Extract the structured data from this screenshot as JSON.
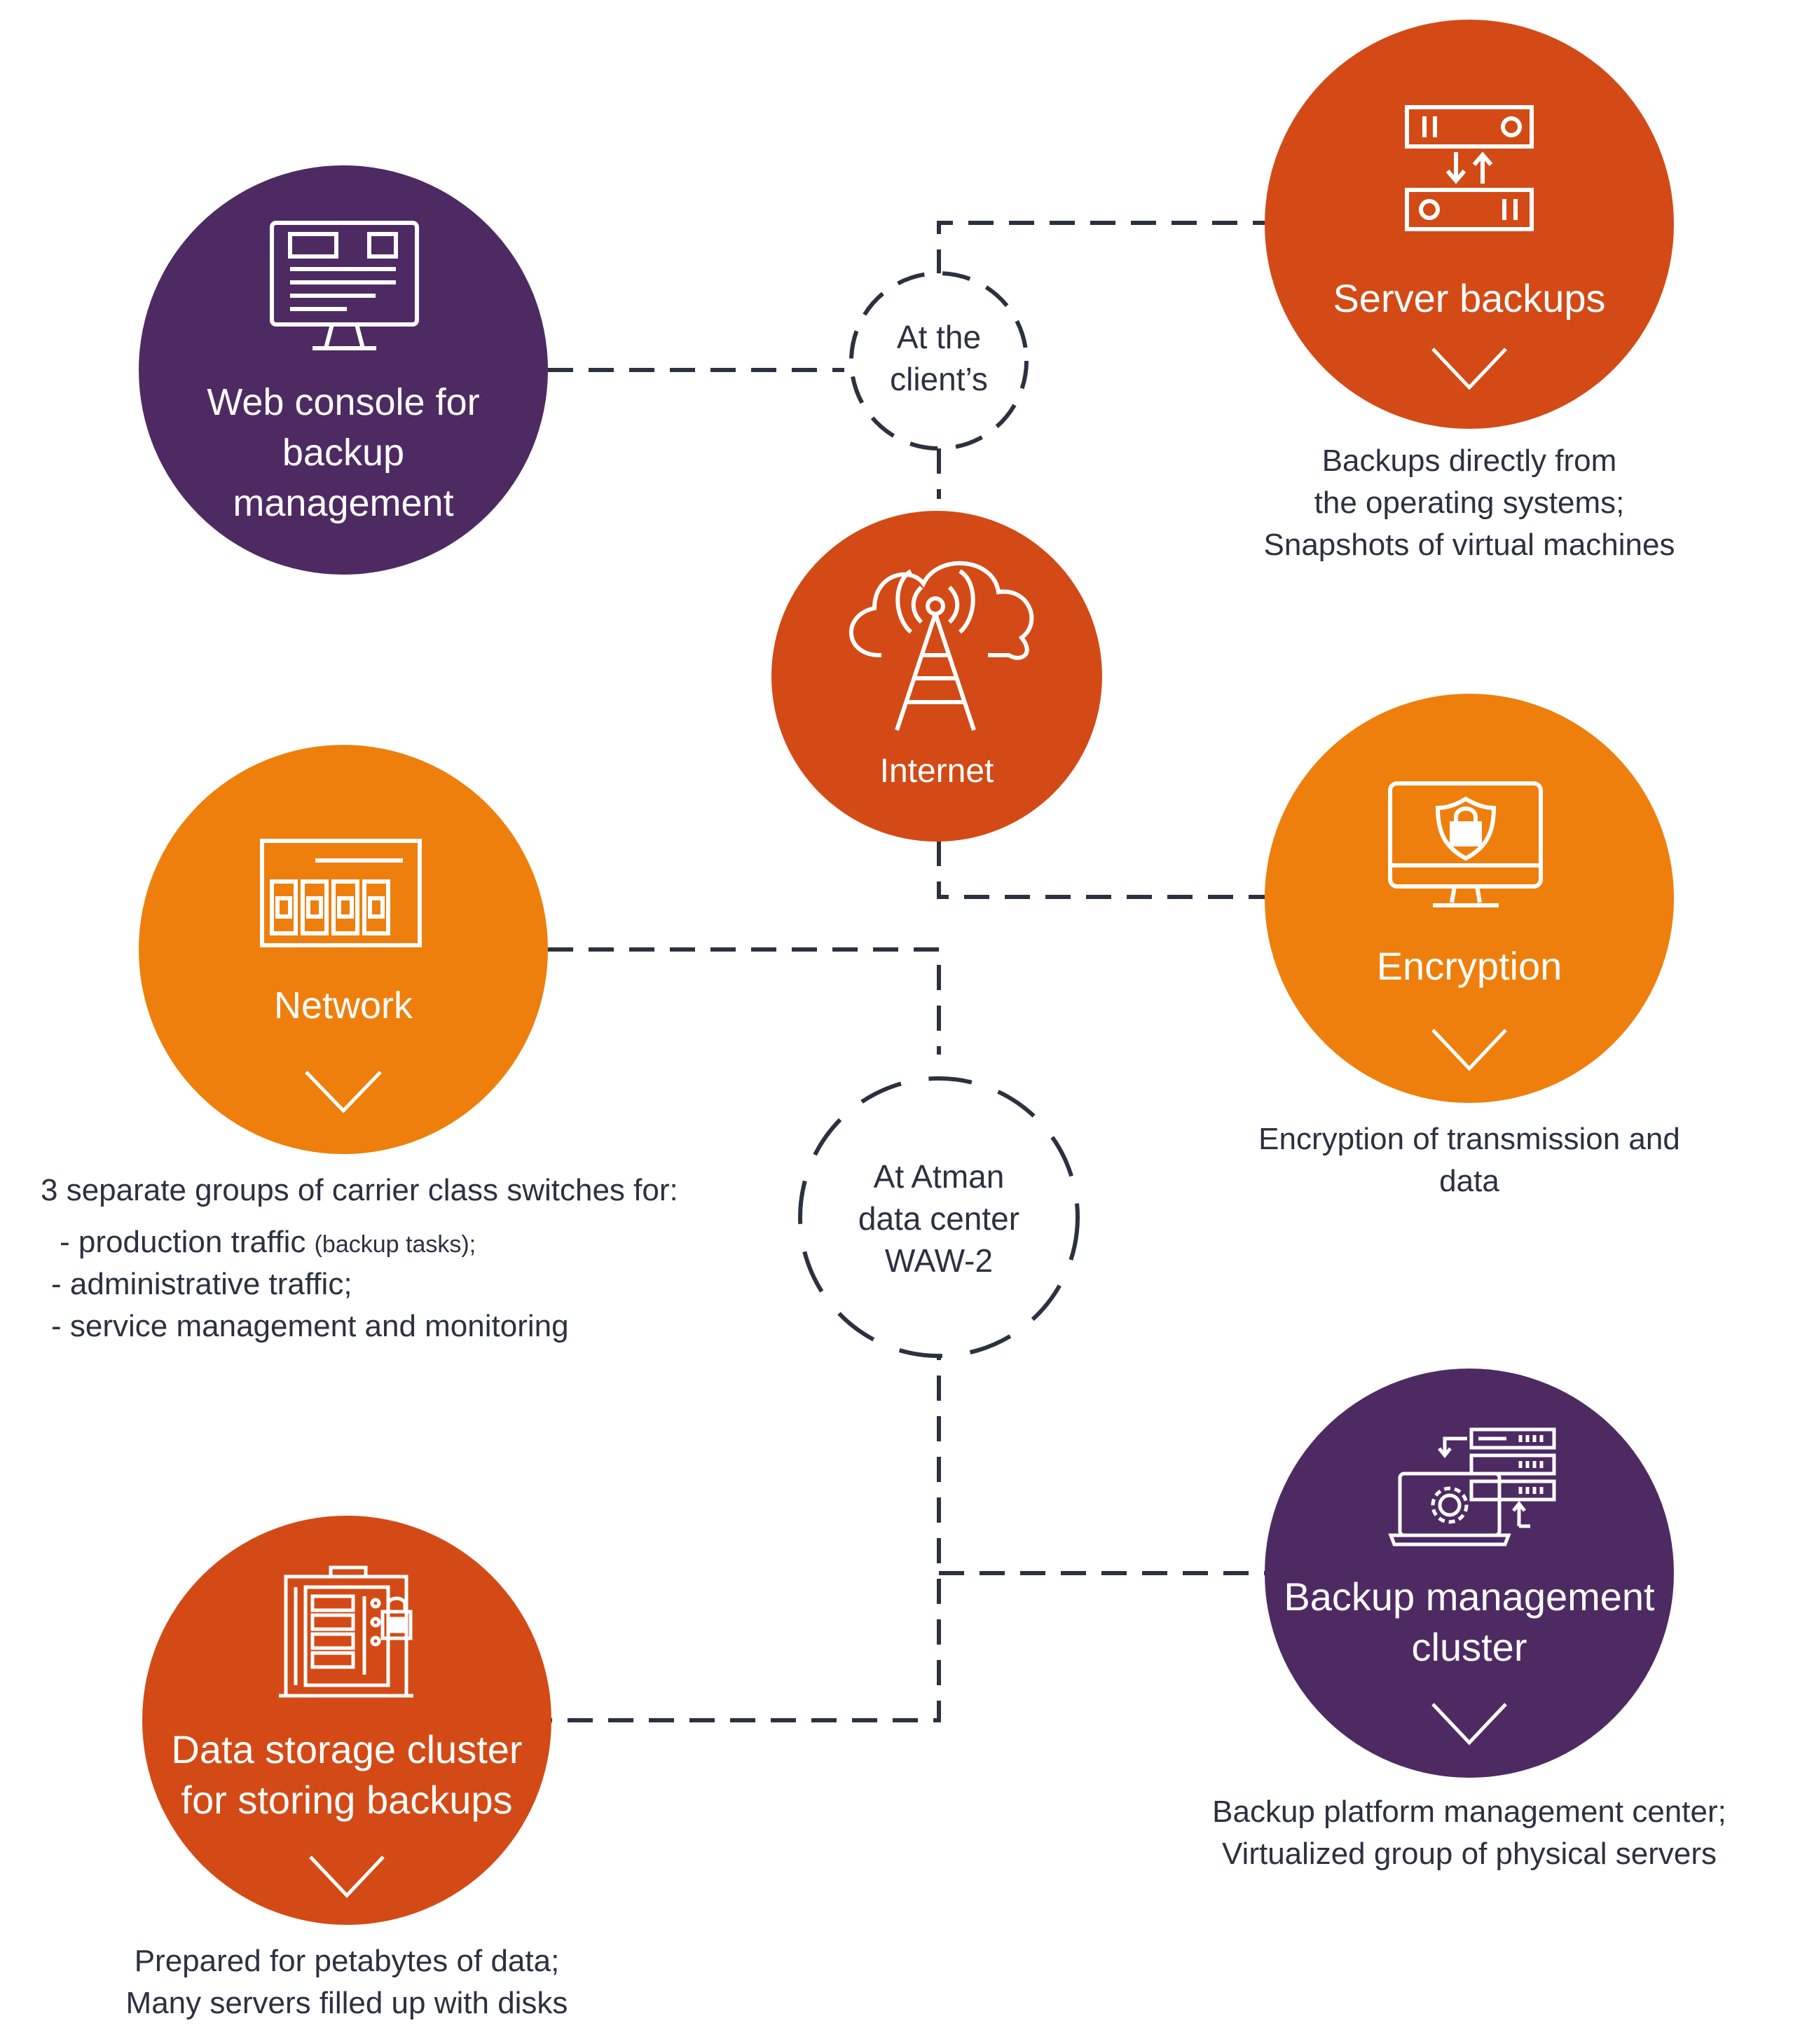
{
  "colors": {
    "purple": "#4e2a63",
    "red_orange": "#d34a16",
    "orange": "#ee7f0c",
    "line": "#2c3140"
  },
  "nodes": {
    "client_location": {
      "lines": [
        "At the",
        "client’s"
      ]
    },
    "datacenter_location": {
      "lines": [
        "At Atman",
        "data center",
        "WAW-2"
      ]
    }
  },
  "circles": {
    "web_console": {
      "title_lines": [
        "Web console for",
        "backup",
        "management"
      ],
      "icon": "monitor-icon"
    },
    "server_backups": {
      "title_lines": [
        "Server backups"
      ],
      "icon": "server-transfer-icon",
      "description": [
        "Backups directly from",
        "the operating systems;",
        "Snapshots of virtual machines"
      ]
    },
    "internet": {
      "title_lines": [
        "Internet"
      ],
      "icon": "cloud-tower-icon"
    },
    "network": {
      "title_lines": [
        "Network"
      ],
      "icon": "switch-icon"
    },
    "encryption": {
      "title_lines": [
        "Encryption"
      ],
      "icon": "shield-lock-monitor-icon",
      "description": [
        "Encryption of transmission and",
        "data"
      ]
    },
    "backup_management": {
      "title_lines": [
        "Backup management",
        "cluster"
      ],
      "icon": "laptop-servers-icon",
      "description": [
        "Backup platform management center;",
        "Virtualized group of physical servers"
      ]
    },
    "data_storage": {
      "title_lines": [
        "Data storage cluster",
        "for storing backups"
      ],
      "icon": "server-rack-lock-icon",
      "description": [
        "Prepared for petabytes of data;",
        "Many servers filled up with disks"
      ]
    }
  },
  "network_description": {
    "intro": "3 separate groups of carrier class switches for:",
    "item1_main": "- production traffic",
    "item1_note": "(backup tasks);",
    "item2": "- administrative traffic;",
    "item3": "- service management and monitoring"
  }
}
